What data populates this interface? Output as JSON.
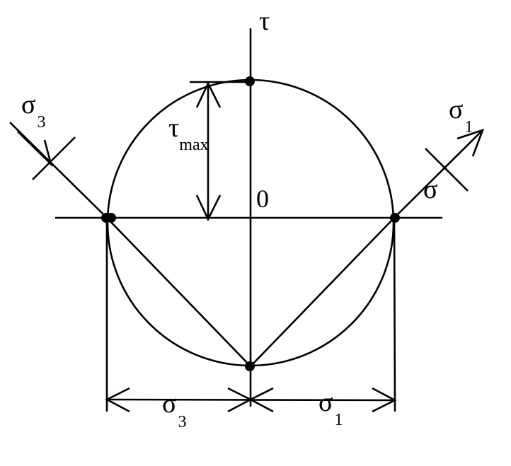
{
  "diagram": {
    "labels": {
      "tau_axis": "τ",
      "sigma_axis": "σ",
      "origin": "0",
      "tau_max": {
        "base": "τ",
        "sub": "max"
      },
      "sigma1_arrow": {
        "base": "σ",
        "sub": "1"
      },
      "sigma3_arrow": {
        "base": "σ",
        "sub": "3"
      },
      "sigma3_dim": {
        "base": "σ",
        "sub": "3"
      },
      "sigma1_dim": {
        "base": "σ",
        "sub": "1"
      }
    },
    "colors": {
      "ink": "#000000",
      "background": "#ffffff"
    }
  }
}
